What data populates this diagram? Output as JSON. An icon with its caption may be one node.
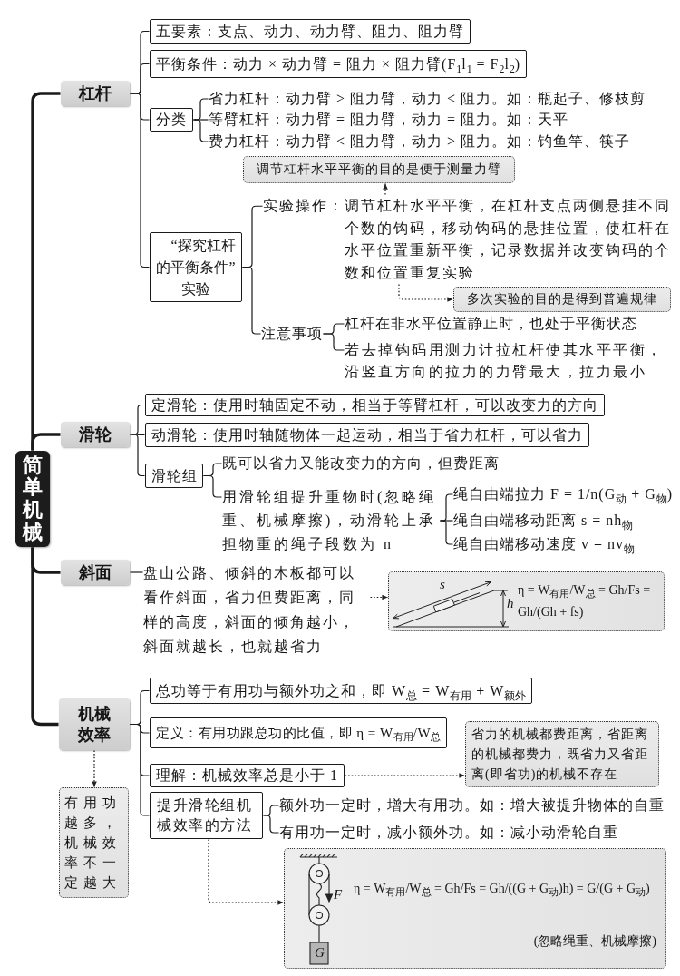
{
  "diagram": {
    "nodes": [
      {
        "text": [
          "简单机械"
        ]
      },
      {
        "text": [
          "杠杆"
        ]
      },
      {
        "text": [
          "五要素：支点、动力、动力臂、阻力、阻力臂"
        ]
      },
      {
        "text": [
          "平衡条件：动力 × 动力臂 = 阻力 × 阻力臂(F$_{1}$l$_{1}$ = F$_{2}$l$_{2}$)"
        ]
      },
      {
        "text": [
          "分类"
        ]
      },
      {
        "text": [
          "省力杠杆：动力臂 > 阻力臂，动力 < 阻力。如：瓶起子、修枝剪"
        ]
      },
      {
        "text": [
          "等臂杠杆：动力臂 = 阻力臂，动力 = 阻力。如：天平"
        ]
      },
      {
        "text": [
          "费力杠杆：动力臂 < 阻力臂，动力 > 阻力。如：钓鱼竿、筷子"
        ]
      },
      {
        "text": [
          "调节杠杆水平平衡的目的是便于测量力臂"
        ]
      },
      {
        "text": [
          "“探究杠杆的平衡条件”实验"
        ]
      },
      {
        "text": [
          "实验操作：调节杠杆水平平衡，在杠杆支点两侧悬挂不同个数的钩码，移动钩码的悬挂位置，使杠杆在水平位置重新平衡，记录数据并改变钩码的个数和位置重复实验"
        ]
      },
      {
        "text": [
          "多次实验的目的是得到普遍规律"
        ]
      },
      {
        "text": [
          "注意事项"
        ]
      },
      {
        "text": [
          "杠杆在非水平位置静止时，也处于平衡状态"
        ]
      },
      {
        "text": [
          "若去掉钩码用测力计拉杠杆使其水平平衡，沿竖直方向的拉力的力臂最大，拉力最小"
        ]
      },
      {
        "text": [
          "滑轮"
        ]
      },
      {
        "text": [
          "定滑轮：使用时轴固定不动，相当于等臂杠杆，可以改变力的方向"
        ]
      },
      {
        "text": [
          "动滑轮：使用时轴随物体一起运动，相当于省力杠杆，可以省力"
        ]
      },
      {
        "text": [
          "滑轮组"
        ]
      },
      {
        "text": [
          "既可以省力又能改变力的方向，但费距离"
        ]
      },
      {
        "text": [
          "用滑轮组提升重物时(忽略绳重、机械摩擦)，动滑轮上承担物重的绳子段数为 n"
        ]
      },
      {
        "text": [
          "绳自由端拉力 F = 1/n(G$_{动}$ + G$_{物}$)"
        ]
      },
      {
        "text": [
          "绳自由端移动距离 s = nh$_{物}$"
        ]
      },
      {
        "text": [
          "绳自由端移动速度 v = nv$_{物}$"
        ]
      },
      {
        "text": [
          "斜面"
        ]
      },
      {
        "text": [
          "盘山公路、倾斜的木板都可以看作斜面，省力但费距离，同样的高度，斜面的倾角越小，斜面就越长，也就越省力"
        ]
      },
      {
        "text": [
          "η = W$_{有用}$/W$_{总}$ = Gh/Fs = Gh/(Gh + fs)"
        ]
      },
      {
        "text": [
          "机械效率"
        ]
      },
      {
        "text": [
          "总功等于有用功与额外功之和，即 W$_{总}$ = W$_{有用}$ + W$_{额外}$"
        ]
      },
      {
        "text": [
          "定义：有用功跟总功的比值，即 η = W$_{有用}$/W$_{总}$"
        ]
      },
      {
        "text": [
          "理解：机械效率总是小于 1"
        ]
      },
      {
        "text": [
          "省力的机械都费距离，省距离的机械都费力，既省力又省距离(即省功)的机械不存在"
        ]
      },
      {
        "text": [
          "有用功越多，机械效率不一定越大"
        ]
      },
      {
        "text": [
          "提升滑轮组机械效率的方法"
        ]
      },
      {
        "text": [
          "额外功一定时，增大有用功。如：增大被提升物体的自重"
        ]
      },
      {
        "text": [
          "有用功一定时，减小额外功。如：减小动滑轮自重"
        ]
      },
      {
        "text": [
          "η = W$_{有用}$/W$_{总}$ = Gh/Fs = Gh/((G + G$_{动}$)h) = G/(G + G$_{动}$)",
          "(忽略绳重、机械摩擦)"
        ]
      }
    ],
    "edges": [
      {
        "from": 0,
        "to": 1,
        "arrow": "none",
        "style": "thick"
      },
      {
        "from": 0,
        "to": 15,
        "arrow": "none",
        "style": "thick"
      },
      {
        "from": 0,
        "to": 24,
        "arrow": "none",
        "style": "thick"
      },
      {
        "from": 0,
        "to": 27,
        "arrow": "none",
        "style": "thick"
      },
      {
        "from": 1,
        "to": 2,
        "arrow": "none"
      },
      {
        "from": 1,
        "to": 3,
        "arrow": "none"
      },
      {
        "from": 1,
        "to": 4,
        "arrow": "none"
      },
      {
        "from": 1,
        "to": 9,
        "arrow": "none"
      },
      {
        "from": 4,
        "to": 5,
        "arrow": "none"
      },
      {
        "from": 4,
        "to": 6,
        "arrow": "none"
      },
      {
        "from": 4,
        "to": 7,
        "arrow": "none"
      },
      {
        "from": 9,
        "to": 10,
        "arrow": "none"
      },
      {
        "from": 9,
        "to": 12,
        "arrow": "none"
      },
      {
        "from": 10,
        "to": 8,
        "arrow": "to",
        "style": "dashed"
      },
      {
        "from": 10,
        "to": 11,
        "arrow": "to",
        "style": "dashed"
      },
      {
        "from": 12,
        "to": 13,
        "arrow": "none"
      },
      {
        "from": 12,
        "to": 14,
        "arrow": "none"
      },
      {
        "from": 15,
        "to": 16,
        "arrow": "none"
      },
      {
        "from": 15,
        "to": 17,
        "arrow": "none"
      },
      {
        "from": 15,
        "to": 18,
        "arrow": "none"
      },
      {
        "from": 18,
        "to": 19,
        "arrow": "none"
      },
      {
        "from": 18,
        "to": 20,
        "arrow": "none"
      },
      {
        "from": 20,
        "to": 21,
        "arrow": "none"
      },
      {
        "from": 20,
        "to": 22,
        "arrow": "none"
      },
      {
        "from": 20,
        "to": 23,
        "arrow": "none"
      },
      {
        "from": 24,
        "to": 25,
        "arrow": "none"
      },
      {
        "from": 25,
        "to": 26,
        "arrow": "to",
        "style": "dashed"
      },
      {
        "from": 27,
        "to": 28,
        "arrow": "none"
      },
      {
        "from": 27,
        "to": 29,
        "arrow": "none"
      },
      {
        "from": 27,
        "to": 30,
        "arrow": "none"
      },
      {
        "from": 27,
        "to": 33,
        "arrow": "none"
      },
      {
        "from": 27,
        "to": 32,
        "arrow": "to",
        "style": "dashed"
      },
      {
        "from": 30,
        "to": 31,
        "arrow": "to",
        "style": "dashed"
      },
      {
        "from": 33,
        "to": 34,
        "arrow": "none"
      },
      {
        "from": 33,
        "to": 35,
        "arrow": "none"
      },
      {
        "from": 33,
        "to": 36,
        "arrow": "to",
        "style": "dashed"
      }
    ],
    "labels": [
      "s",
      "h",
      "F",
      "G"
    ]
  }
}
